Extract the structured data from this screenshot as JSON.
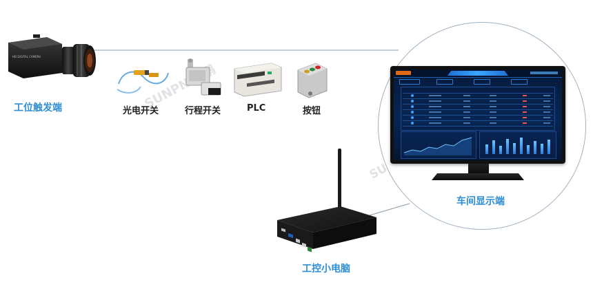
{
  "devices": {
    "trigger": {
      "label": "工位触发端",
      "icon": "industrial-camera-icon"
    },
    "photo_switch": {
      "label": "光电开关",
      "icon": "photoelectric-switch-icon"
    },
    "travel_switch": {
      "label": "行程开关",
      "icon": "limit-switch-icon"
    },
    "plc": {
      "label": "PLC",
      "icon": "plc-module-icon"
    },
    "button": {
      "label": "按钮",
      "icon": "push-button-box-icon"
    },
    "workshop_display": {
      "label": "车间显示端",
      "icon": "dashboard-tv-icon"
    },
    "industrial_pc": {
      "label": "工控小电脑",
      "icon": "mini-pc-router-icon"
    }
  },
  "watermark": {
    "brand": "SUNPN",
    "text": "讯鹏"
  },
  "colors": {
    "accent_label": "#2f8ed4",
    "dark_label": "#222222",
    "connector": "#8a99aa"
  }
}
